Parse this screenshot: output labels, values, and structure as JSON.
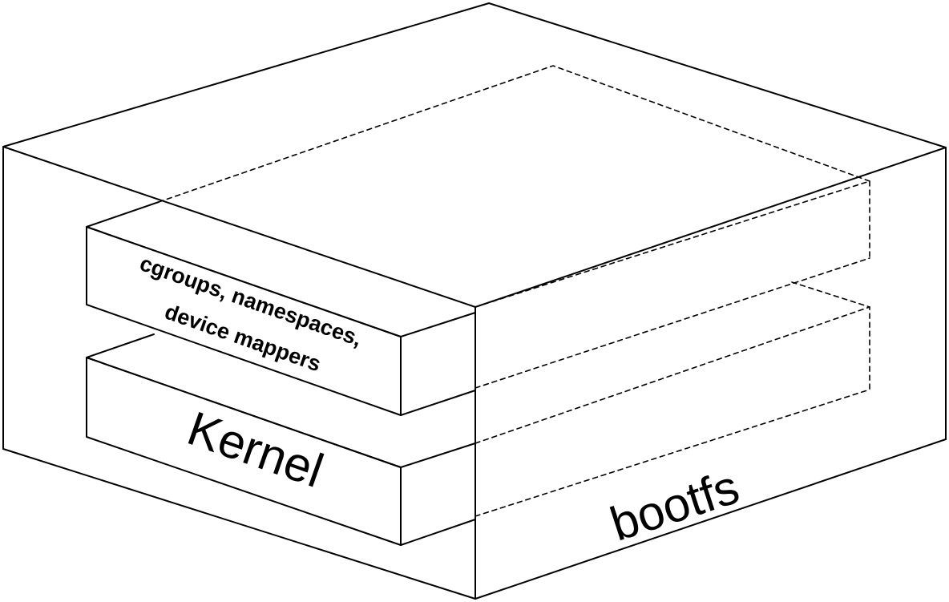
{
  "labels": {
    "outer_box": "bootfs",
    "lower_layer": "Kernel",
    "upper_layer_lines": [
      "cgroups, namespaces,",
      "device mappers"
    ]
  },
  "colors": {
    "stroke": "#000000",
    "background": "#ffffff",
    "text": "#000000"
  }
}
